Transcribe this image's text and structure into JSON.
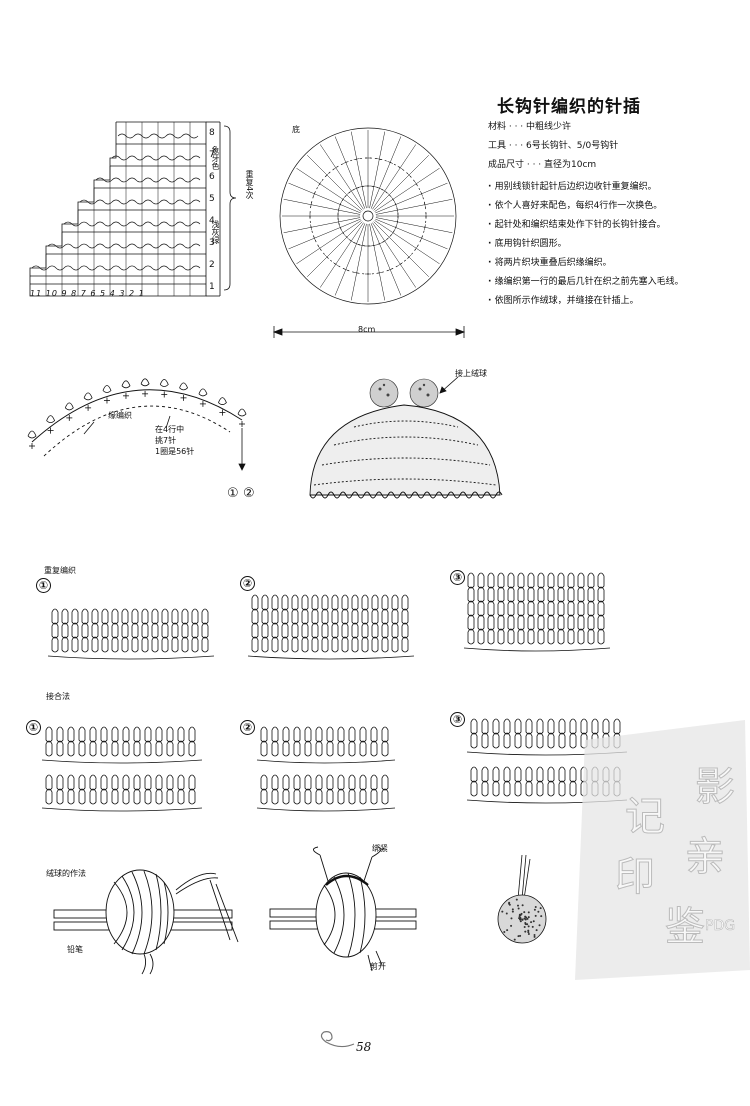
{
  "page": {
    "title": "长钩针编织的针插",
    "materials": "材料 · · · 中粗线少许",
    "tools": "工具 · · · 6号长钩针、5/0号钩针",
    "size": "成品尺寸 · · · 直径为10cm",
    "steps": [
      "用别线锁针起针后边织边收针重复编织。",
      "依个人喜好来配色，每织4行作一次换色。",
      "起针处和编织结束处作下针的长钩针接合。",
      "底用钩针织圆形。",
      "将两片织块重叠后织缘编织。",
      "缘编织第一行的最后几针在织之前先塞入毛线。",
      "依图所示作绒球，并缝接在针插上。"
    ],
    "page_number": "58"
  },
  "chart": {
    "row_numbers": [
      "8",
      "7",
      "6",
      "5",
      "4",
      "3",
      "2",
      "1"
    ],
    "col_numbers": [
      "11",
      "10",
      "9",
      "8",
      "7",
      "6",
      "5",
      "4",
      "3",
      "2",
      "1"
    ],
    "label_ivory": "象牙色",
    "label_gray": "浅灰绿",
    "label_repeat": "重复4次"
  },
  "circle": {
    "label_bottom": "底",
    "label_width": "8cm"
  },
  "edging": {
    "label_edge": "缘编织",
    "label_note1": "在4行中",
    "label_note2": "挑7针",
    "label_note3": "1圈是56针",
    "marker1": "①",
    "marker2": "②"
  },
  "hat": {
    "label_pompom": "接上绒球"
  },
  "process": {
    "label_repeat": "重复编织",
    "label_join": "接合法",
    "markers": [
      "①",
      "②",
      "③"
    ]
  },
  "pompom": {
    "label_method": "绒球的作法",
    "label_tie": "绑紧",
    "label_pencil": "铅笔",
    "label_cut": "剪开"
  }
}
